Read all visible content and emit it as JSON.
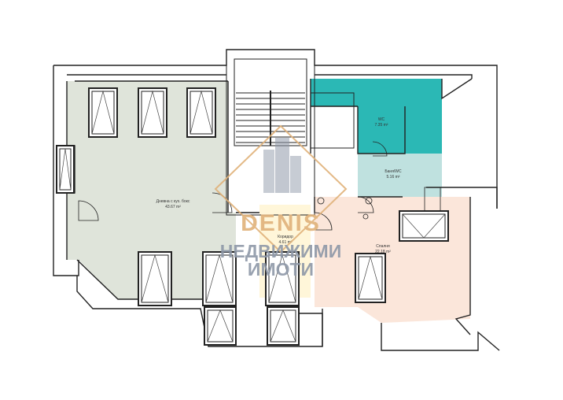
{
  "colors": {
    "living_zone": "#dfe4da",
    "bathroom_zone": "#bfe1df",
    "wc_zone": "#2bb8b5",
    "bedroom_zone": "#fbe6da",
    "corridor_zone": "#fff6d9",
    "wall": "#222222",
    "watermark_primary": "#e0b27a",
    "watermark_secondary": "#8e98a8"
  },
  "rooms": [
    {
      "id": "living",
      "name": "Дневна с кух. бокс",
      "area": "43.67 m²"
    },
    {
      "id": "wc",
      "name": "WC",
      "area": "7.35 m²"
    },
    {
      "id": "bath",
      "name": "Баня/WC",
      "area": "5.16 m²"
    },
    {
      "id": "corridor",
      "name": "Коридор",
      "area": "4.61 m²"
    },
    {
      "id": "bedroom",
      "name": "Спалня",
      "area": "22.18 m²"
    }
  ],
  "watermark": {
    "brand": "DENIS",
    "line1": "НЕДВИЖИМИ",
    "line2": "ИМОТИ"
  },
  "icons": {
    "watermark_logo": "building-diamond-logo",
    "door": "door-swing-icon",
    "window": "window-icon",
    "stair": "staircase-icon"
  }
}
